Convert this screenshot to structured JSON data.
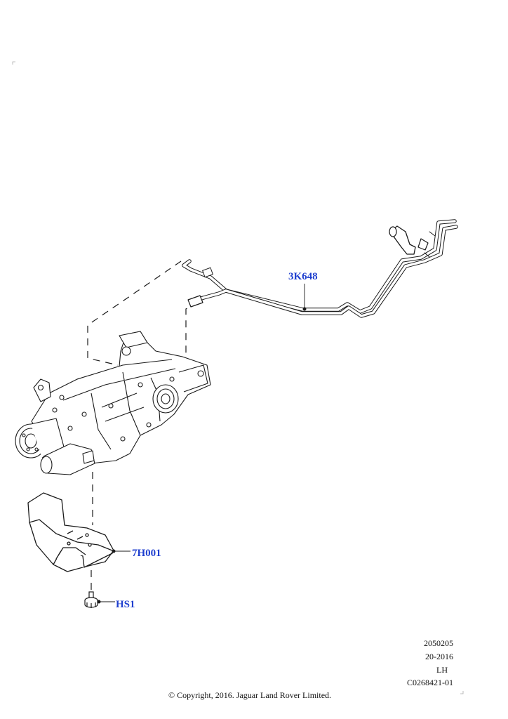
{
  "callouts": {
    "line_assembly": "3K648",
    "heat_shield": "7H001",
    "bolt": "HS1"
  },
  "meta": {
    "code1": "2050205",
    "code2": "20-2016",
    "side": "LH",
    "illustration_id": "C0268421-01"
  },
  "copyright": "© Copyright, 2016. Jaguar Land Rover Limited.",
  "colors": {
    "callout": "#1f3fcf",
    "line": "#1a1a1a"
  }
}
